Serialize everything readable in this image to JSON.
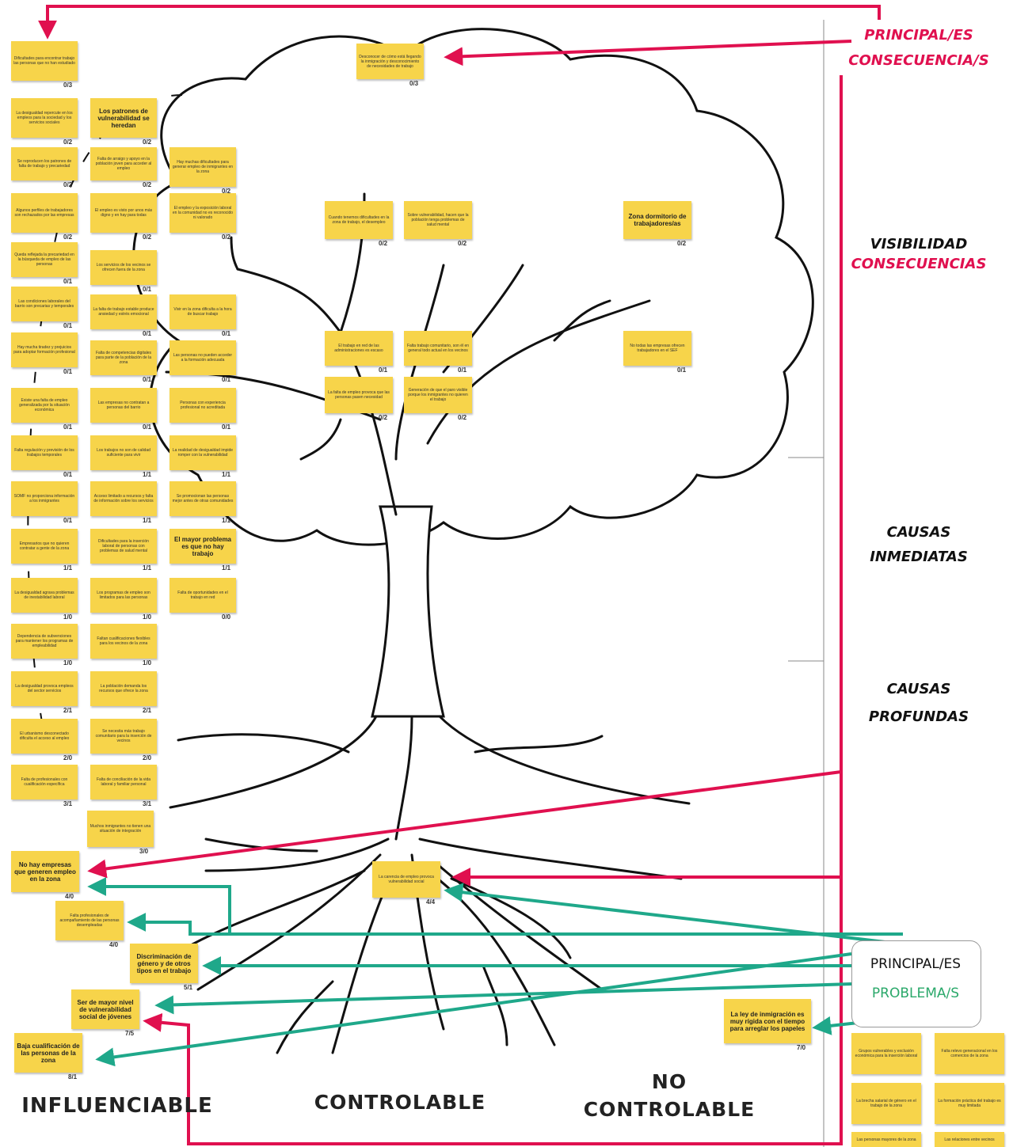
{
  "labels": {
    "consequences_title_1": "PRINCIPAL/ES",
    "consequences_title_2": "CONSECUENCIA/S",
    "visibility_1": "VISIBILIDAD",
    "visibility_2": "CONSECUENCIAS",
    "immediate_1": "CAUSAS",
    "immediate_2": "INMEDIATAS",
    "deep_1": "CAUSAS",
    "deep_2": "PROFUNDAS",
    "problems_1": "PRINCIPAL/ES",
    "problems_2": "PROBLEMA/S",
    "zone_influenciable": "INFLUENCIABLE",
    "zone_controlable": "CONTROLABLE",
    "zone_no_1": "NO",
    "zone_no_2": "CONTROLABLE"
  },
  "colors": {
    "note": "#f7d44a",
    "arrow_red": "#e0104f",
    "arrow_green": "#1fa88a",
    "tree_line": "#111111"
  },
  "notes": {
    "n01": {
      "text": "Dificultades para encontrar trabajo las personas que no han estudiado",
      "vote": "0/3"
    },
    "n02": {
      "text": "Desconocer de cómo está llegando la inmigración y desconocimiento de necesidades de trabajo",
      "vote": "0/3"
    },
    "n03": {
      "text": "La desigualdad repercute en los empleos para la sociedad y los servicios sociales",
      "vote": "0/2"
    },
    "n04": {
      "text": "Los patrones de vulnerabilidad se heredan",
      "vote": "0/2"
    },
    "n05": {
      "text": "Se reproducen los patrones de falta de trabajo y precariedad",
      "vote": "0/2"
    },
    "n06": {
      "text": "Falta de arraigo y apoyo en la población joven para acceder al empleo",
      "vote": "0/2"
    },
    "n07": {
      "text": "Hay muchas dificultades para generar empleo de inmigrantes en la zona",
      "vote": "0/2"
    },
    "n08": {
      "text": "Algunos perfiles de trabajadores son rechazados por las empresas",
      "vote": "0/2"
    },
    "n09": {
      "text": "El empleo es visto por unos más digno y en hay para todas",
      "vote": "0/2"
    },
    "n10": {
      "text": "El empleo y la exposición laboral en la comunidad no es reconocido ni valorado",
      "vote": "0/2"
    },
    "n11": {
      "text": "Cuando tenemos dificultades en la zona de trabajo, el desempleo",
      "vote": "0/2"
    },
    "n12": {
      "text": "Sobre vulnerabilidad, hacen que la población tenga problemas de salud mental",
      "vote": "0/2"
    },
    "n13": {
      "text": "Zona dormitorio de trabajadores/as",
      "vote": "0/2"
    },
    "n14": {
      "text": "Queda reflejada la precariedad en la búsqueda de empleo de las personas",
      "vote": "0/1"
    },
    "n15": {
      "text": "Los servicios de los vecinos se ofrecen fuera de la zona",
      "vote": "0/1"
    },
    "n16": {
      "text": "Las condiciones laborales del barrio son precarias y temporales",
      "vote": "0/1"
    },
    "n17": {
      "text": "La falta de trabajo estable produce ansiedad y estrés emocional",
      "vote": "0/1"
    },
    "n18": {
      "text": "Vivir en la zona dificulta a la hora de buscar trabajo",
      "vote": "0/1"
    },
    "n19": {
      "text": "Hay mucha tiradez y prejuicios para adoptar formación profesional",
      "vote": "0/1"
    },
    "n20": {
      "text": "Falta de competencias digitales para parte de la población de la zona",
      "vote": "0/1"
    },
    "n21": {
      "text": "Las personas no pueden acceder a la formación adecuada",
      "vote": "0/1"
    },
    "n22": {
      "text": "El trabajo en red de las administraciones es escaso",
      "vote": "0/1"
    },
    "n23": {
      "text": "Falta trabajo comunitario, son él en general todo actual en los vecinos",
      "vote": "0/1"
    },
    "n24": {
      "text": "No todas las empresas ofrecen trabajadores en el SEF",
      "vote": "0/1"
    },
    "n25": {
      "text": "Existe una falta de empleo generalizada por la situación económica",
      "vote": "0/1"
    },
    "n26": {
      "text": "Las empresas no contratan a personas del barrio",
      "vote": "0/1"
    },
    "n27": {
      "text": "Personas con experiencia profesional no acreditada",
      "vote": "0/1"
    },
    "n28": {
      "text": "La falta de empleo provoca que las personas pasen necesidad",
      "vote": "0/2"
    },
    "n29": {
      "text": "Generación de que el paro visible porque los inmigrantes no quieren el trabajo",
      "vote": "0/2"
    },
    "n30": {
      "text": "Falta regulación y previsión de los trabajos temporales",
      "vote": "0/1"
    },
    "n31": {
      "text": "Los trabajos no son de calidad suficiente para vivir",
      "vote": "1/1"
    },
    "n32": {
      "text": "La realidad de desigualdad impide romper con la vulnerabilidad",
      "vote": "1/1"
    },
    "n33": {
      "text": "SOMF no proporciona información a los inmigrantes",
      "vote": "0/1"
    },
    "n34": {
      "text": "Acceso limitado a recursos y falta de información sobre los servicios",
      "vote": "1/1"
    },
    "n35": {
      "text": "Se promocionan las personas mejor antes de otras comunidades",
      "vote": "1/1"
    },
    "n36": {
      "text": "Empresarios que no quieren contratar a gente de la zona",
      "vote": "1/1"
    },
    "n37": {
      "text": "Dificultades para la inserción laboral de personas con problemas de salud mental",
      "vote": "1/1"
    },
    "n38": {
      "text": "El mayor problema es que no hay trabajo",
      "vote": "1/1"
    },
    "n39": {
      "text": "La desigualdad agrava problemas de inestabilidad laboral",
      "vote": "1/0"
    },
    "n40": {
      "text": "Los programas de empleo son limitados para las personas",
      "vote": "1/0"
    },
    "n41": {
      "text": "Falta de oportunidades en el trabajo en red",
      "vote": "0/0"
    },
    "n42": {
      "text": "Dependencia de subvenciones para mantener los programas de empleabilidad",
      "vote": "1/0"
    },
    "n43": {
      "text": "Faltan cualificaciones flexibles para los vecinos de la zona",
      "vote": "1/0"
    },
    "n44": {
      "text": "La desigualdad provoca empleos del sector servicios",
      "vote": "2/1"
    },
    "n45": {
      "text": "La población demanda los recursos que ofrece la zona",
      "vote": "2/1"
    },
    "n46": {
      "text": "El urbanismo desconectado dificulta el acceso al empleo",
      "vote": "2/0"
    },
    "n47": {
      "text": "Se necesita más trabajo comunitario para la inserción de vecinos",
      "vote": "2/0"
    },
    "n48": {
      "text": "Falta de profesionales con cualificación específica",
      "vote": "3/1"
    },
    "n49": {
      "text": "Falta de conciliación de la vida laboral y familiar personal",
      "vote": "3/1"
    },
    "n50": {
      "text": "Muchos inmigrantes no tienen una situación de integración",
      "vote": "3/0"
    },
    "r01": {
      "text": "No hay empresas que generen empleo en la zona",
      "vote": "4/0"
    },
    "r02": {
      "text": "Falta profesionales de acompañamiento de las personas desempleadas",
      "vote": "4/0"
    },
    "r03": {
      "text": "Discriminación de género y de otros tipos en el trabajo",
      "vote": "5/1"
    },
    "r04": {
      "text": "Ser de mayor nivel de vulnerabilidad social de jóvenes",
      "vote": "7/5"
    },
    "r05": {
      "text": "Baja cualificación de las personas de la zona",
      "vote": "8/1"
    },
    "r06": {
      "text": "La carencia de empleo provoca vulnerabilidad social",
      "vote": "4/4"
    },
    "r07": {
      "text": "La ley de inmigración es muy rígida con el tiempo para arreglar los papeles",
      "vote": "7/0"
    },
    "x01": {
      "text": "Grupos vulnerables y exclusión económica para la inserción laboral",
      "vote": ""
    },
    "x02": {
      "text": "Falta relevo generacional en los comercios de la zona",
      "vote": ""
    },
    "x03": {
      "text": "La brecha salarial de género en el trabajo de la zona",
      "vote": ""
    },
    "x04": {
      "text": "La formación práctica del trabajo es muy limitada",
      "vote": ""
    },
    "x05": {
      "text": "Las personas mayores de la zona",
      "vote": ""
    },
    "x06": {
      "text": "Las relaciones entre vecinos",
      "vote": ""
    }
  }
}
